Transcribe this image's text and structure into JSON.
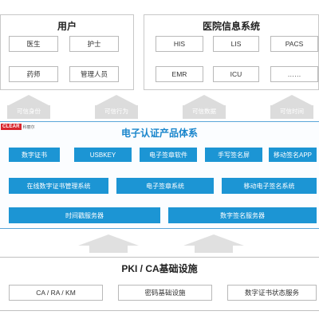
{
  "top": {
    "users": {
      "title": "用户",
      "items": [
        "医生",
        "护士",
        "药师",
        "管理人员"
      ]
    },
    "his_system": {
      "title": "医院信息系统",
      "items": [
        "HIS",
        "LIS",
        "PACS",
        "EMR",
        "ICU",
        "……"
      ]
    }
  },
  "trust_arrows": [
    "可信身份",
    "可信行为",
    "可信数据",
    "可信时间"
  ],
  "middle": {
    "logo_text": "CLEAR",
    "logo_sub": "科丽尔",
    "title": "电子认证产品体系",
    "row1": [
      "数字证书",
      "USBKEY",
      "电子签章软件",
      "手写签名屏",
      "移动签名APP"
    ],
    "row2": [
      "在线数字证书管理系统",
      "电子签章系统",
      "移动电子签名系统"
    ],
    "row3": [
      "时间戳服务器",
      "数字签名服务器"
    ]
  },
  "bottom": {
    "title": "PKI / CA基础设施",
    "items": [
      "CA / RA / KM",
      "密码基础设施",
      "数字证书状态服务"
    ]
  },
  "colors": {
    "accent_blue": "#1c95d4",
    "title_blue": "#1a86cc",
    "arrow_gray": "#dcdcdc",
    "logo_red": "#d8262d"
  }
}
